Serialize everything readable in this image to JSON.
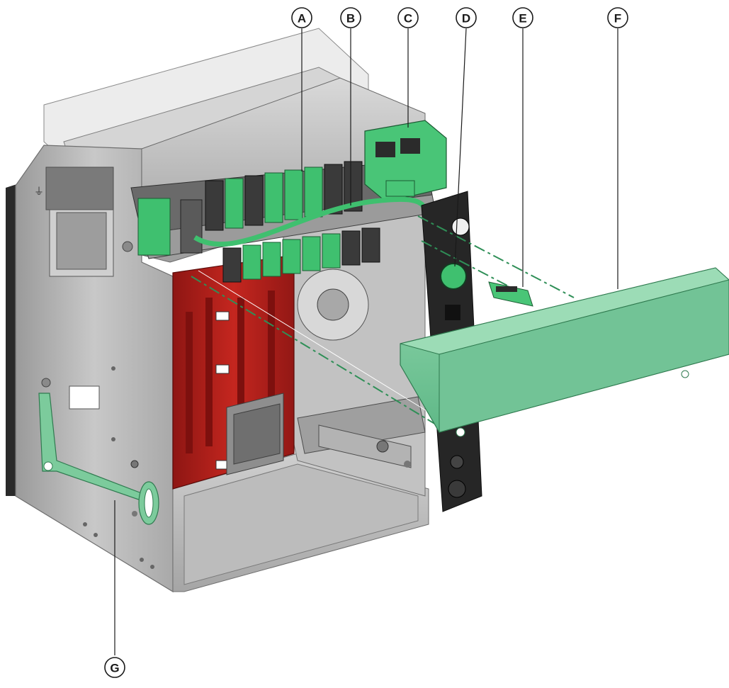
{
  "callouts": [
    {
      "id": "A",
      "label": "A"
    },
    {
      "id": "B",
      "label": "B"
    },
    {
      "id": "C",
      "label": "C"
    },
    {
      "id": "D",
      "label": "D"
    },
    {
      "id": "E",
      "label": "E"
    },
    {
      "id": "F",
      "label": "F"
    },
    {
      "id": "G",
      "label": "G"
    }
  ],
  "colors": {
    "chassis": "#bfbfbf",
    "chassis_dark": "#8f8f8f",
    "breaker_red": "#b3201c",
    "connector_green": "#3fc06f",
    "cover_green": "#7ccb9c",
    "dark_panel": "#2b2b2b",
    "background": "#ffffff"
  },
  "icons": [
    "ground-symbol-icon"
  ]
}
